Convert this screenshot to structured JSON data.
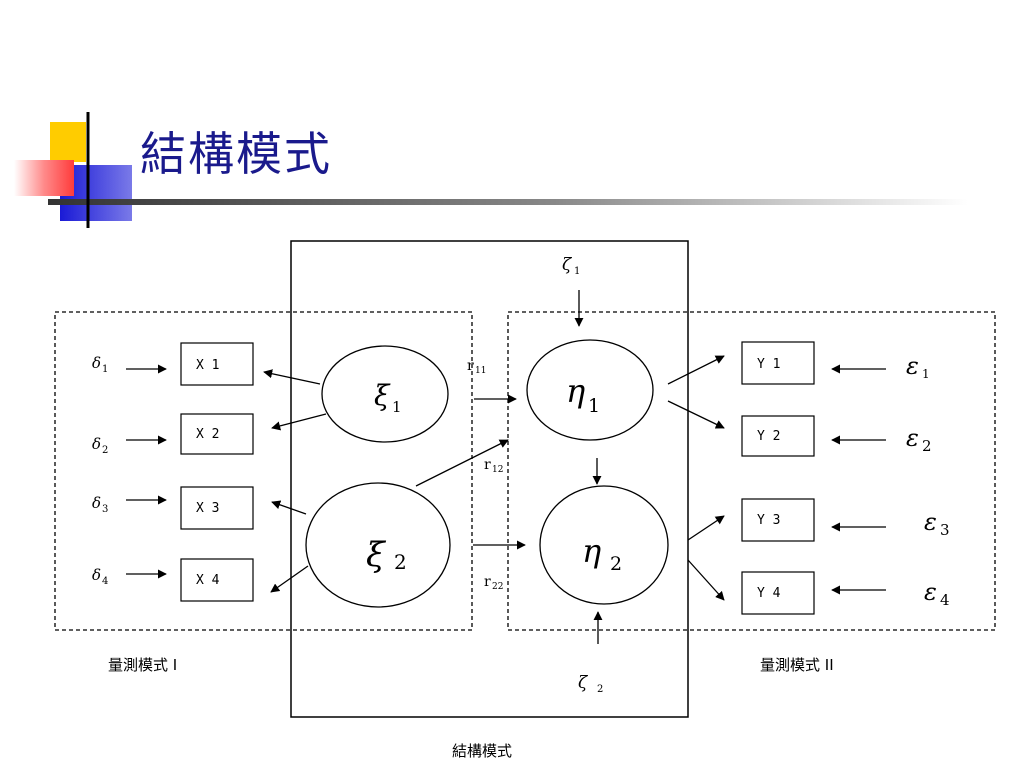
{
  "slide": {
    "title": "結構模式"
  },
  "diagram": {
    "measurement_left_label": "量測模式 I",
    "measurement_right_label": "量測模式 II",
    "structural_label": "結構模式",
    "exogenous_indicators": [
      "X 1",
      "X 2",
      "X 3",
      "X 4"
    ],
    "endogenous_indicators": [
      "Y 1",
      "Y 2",
      "Y 3",
      "Y 4"
    ],
    "exogenous_errors": [
      "δ",
      "δ",
      "δ",
      "δ"
    ],
    "exogenous_error_subs": [
      "1",
      "2",
      "3",
      "4"
    ],
    "endogenous_errors": [
      "ε",
      "ε",
      "ε",
      "ε"
    ],
    "endogenous_error_subs": [
      "1",
      "2",
      "3",
      "4"
    ],
    "latent_xi": [
      "ξ",
      "ξ"
    ],
    "latent_xi_subs": [
      "1",
      "2"
    ],
    "latent_eta": [
      "η",
      "η"
    ],
    "latent_eta_subs": [
      "1",
      "2"
    ],
    "disturbances": [
      "ζ",
      "ζ"
    ],
    "disturbance_subs": [
      "1",
      "2"
    ],
    "path_labels": [
      "r",
      "r",
      "r"
    ],
    "path_label_subs": [
      "11",
      "12",
      "22"
    ]
  }
}
